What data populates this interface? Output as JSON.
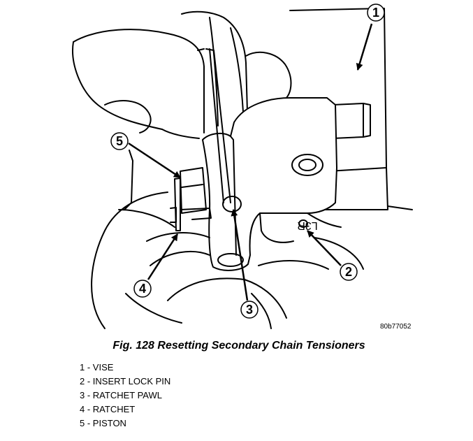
{
  "figure": {
    "id_code": "80b77052",
    "caption": "Fig. 128 Resetting Secondary Chain Tensioners",
    "housing_stamp": "L3R"
  },
  "callouts": [
    {
      "number": "1",
      "label": "1 - VISE"
    },
    {
      "number": "2",
      "label": "2 - INSERT LOCK PIN"
    },
    {
      "number": "3",
      "label": "3 - RATCHET PAWL"
    },
    {
      "number": "4",
      "label": "4 - RATCHET"
    },
    {
      "number": "5",
      "label": "5 - PISTON"
    }
  ]
}
